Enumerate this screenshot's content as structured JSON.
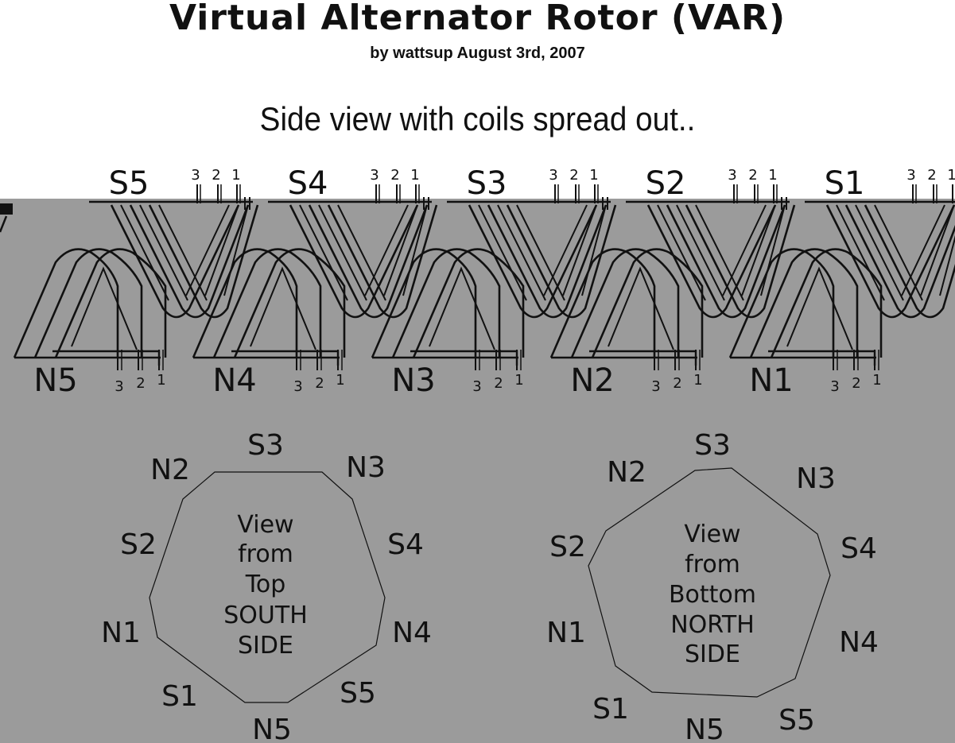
{
  "header": {
    "title": "Virtual Alternator Rotor (VAR)",
    "subtitle": "by wattsup August 3rd, 2007",
    "heading": "Side view with coils spread out.."
  },
  "colors": {
    "panel": "#9b9b9b",
    "ink": "#111111",
    "page": "#ffffff"
  },
  "side_view": {
    "south_coils": [
      "S5",
      "S4",
      "S3",
      "S2",
      "S1"
    ],
    "north_coils": [
      "N5",
      "N4",
      "N3",
      "N2",
      "N1"
    ],
    "phase_labels": [
      "3",
      "2",
      "1"
    ]
  },
  "top_view": {
    "caption": [
      "View",
      "from",
      "Top",
      "SOUTH",
      "SIDE"
    ],
    "poles": [
      "S3",
      "N3",
      "S4",
      "N4",
      "S5",
      "N5",
      "S1",
      "N1",
      "S2",
      "N2"
    ]
  },
  "bottom_view": {
    "caption": [
      "View",
      "from",
      "Bottom",
      "NORTH",
      "SIDE"
    ],
    "poles": [
      "S3",
      "N3",
      "S4",
      "N4",
      "S5",
      "N5",
      "S1",
      "N1",
      "S2",
      "N2"
    ]
  }
}
